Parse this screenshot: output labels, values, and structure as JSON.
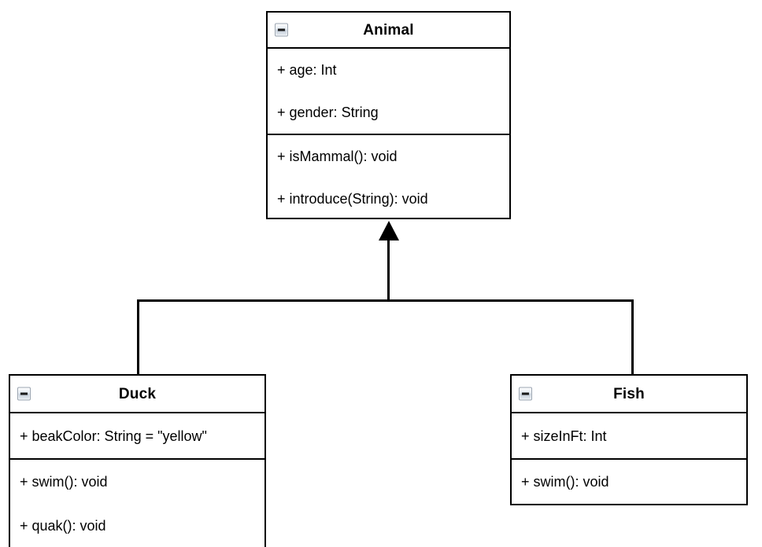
{
  "diagram": {
    "type": "uml-class-diagram",
    "background_color": "#ffffff",
    "line_color": "#000000",
    "relationship": "generalization"
  },
  "classes": {
    "animal": {
      "name": "Animal",
      "collapse_icon": "minus-icon",
      "attributes": [
        "+ age: Int",
        "+ gender: String"
      ],
      "methods": [
        "+ isMammal(): void",
        "+ introduce(String): void"
      ]
    },
    "duck": {
      "name": "Duck",
      "collapse_icon": "minus-icon",
      "attributes": [
        "+ beakColor: String = \"yellow\""
      ],
      "methods": [
        "+ swim(): void",
        "+ quak(): void"
      ]
    },
    "fish": {
      "name": "Fish",
      "collapse_icon": "minus-icon",
      "attributes": [
        "+ sizeInFt: Int"
      ],
      "methods": [
        "+ swim(): void"
      ]
    }
  }
}
